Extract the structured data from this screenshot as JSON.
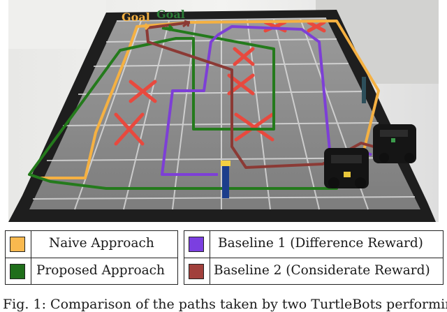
{
  "photo": {
    "goal_labels": [
      "Goal",
      "Goal"
    ],
    "colors": {
      "naive": "#f5b142",
      "proposed": "#247a1c",
      "baseline1": "#7d3fd6",
      "baseline2": "#8b3a35",
      "cross": "#e8493e",
      "floor": "#8a8a8a",
      "wall": "#1e1e1e",
      "room_wall": "#dcdcdc"
    }
  },
  "legend": {
    "items": [
      {
        "label": "Naive Approach",
        "color": "#f9b94f"
      },
      {
        "label": "Baseline 1 (Difference Reward)",
        "color": "#7b3fe0"
      },
      {
        "label": "Proposed Approach",
        "color": "#1f6e1a"
      },
      {
        "label": "Baseline 2 (Considerate Reward)",
        "color": "#a1403c"
      }
    ]
  },
  "caption": "Fig. 1: Comparison of the paths taken by two TurtleBots performing"
}
